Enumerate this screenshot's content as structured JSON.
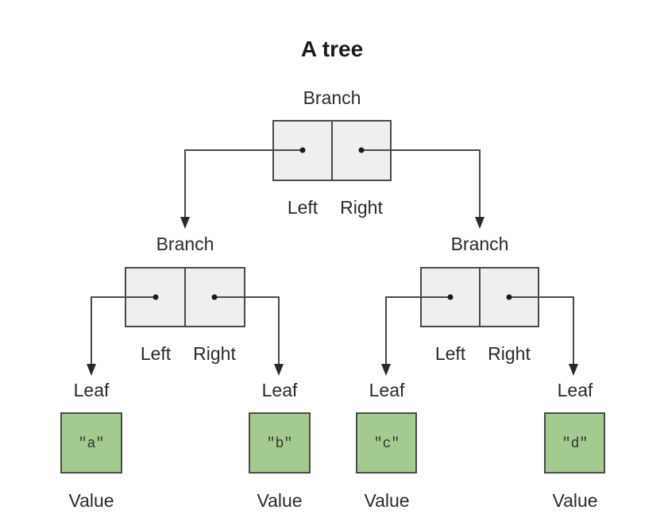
{
  "title": "A tree",
  "root": {
    "label": "Branch",
    "left_label": "Left",
    "right_label": "Right"
  },
  "branches": [
    {
      "label": "Branch",
      "left_label": "Left",
      "right_label": "Right"
    },
    {
      "label": "Branch",
      "left_label": "Left",
      "right_label": "Right"
    }
  ],
  "leaves": [
    {
      "label": "Leaf",
      "value": "\"a\"",
      "value_caption": "Value",
      "color": "#a3cb8f"
    },
    {
      "label": "Leaf",
      "value": "\"b\"",
      "value_caption": "Value",
      "color": "#a3cb8f"
    },
    {
      "label": "Leaf",
      "value": "\"c\"",
      "value_caption": "Value",
      "color": "#a3cb8f"
    },
    {
      "label": "Leaf",
      "value": "\"d\"",
      "value_caption": "Value",
      "color": "#a3cb8f"
    }
  ],
  "colors": {
    "branch_cell": "#efeff0",
    "leaf_box": "#a3cb8f",
    "line": "#4a4a4a"
  }
}
